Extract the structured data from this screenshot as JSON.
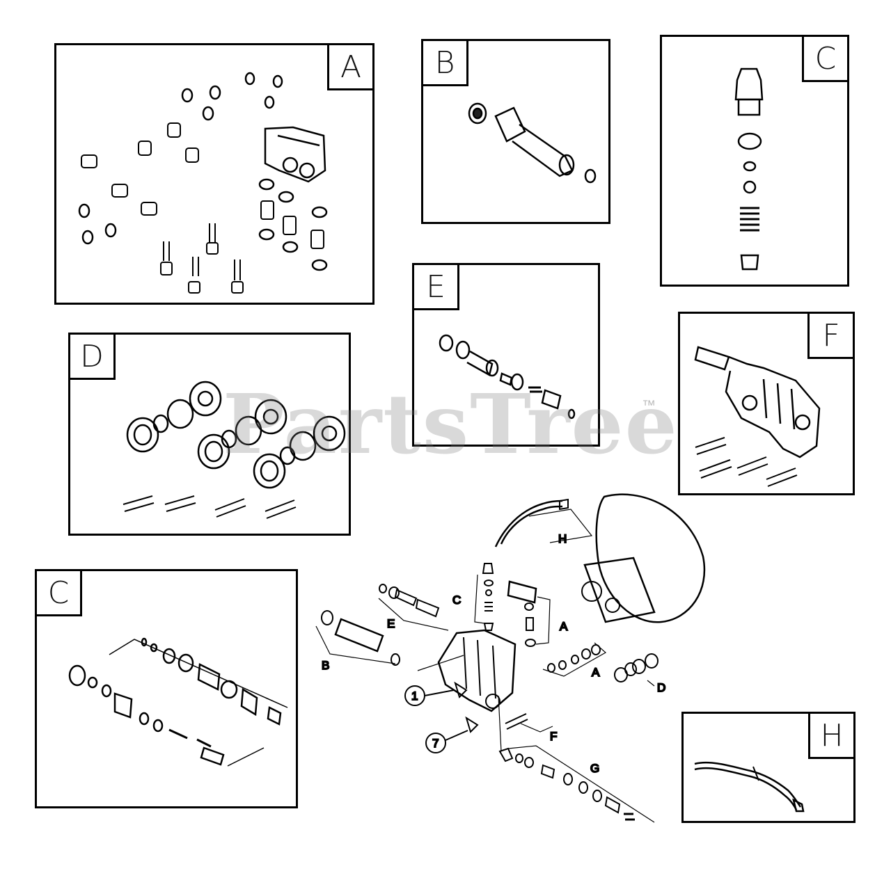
{
  "panels": {
    "A": {
      "label": "A"
    },
    "B": {
      "label": "B"
    },
    "C_top": {
      "label": "C"
    },
    "D": {
      "label": "D"
    },
    "E": {
      "label": "E"
    },
    "F": {
      "label": "F"
    },
    "C_bottom": {
      "label": "C"
    },
    "H": {
      "label": "H"
    }
  },
  "watermark": {
    "text": "PartsTree",
    "tm": "™"
  },
  "assembly_callouts": {
    "H": "H",
    "C": "C",
    "E": "E",
    "A_upper": "A",
    "B": "B",
    "A_lower": "A",
    "D": "D",
    "F": "F",
    "G": "G",
    "ref_1": "1",
    "ref_7": "7"
  }
}
